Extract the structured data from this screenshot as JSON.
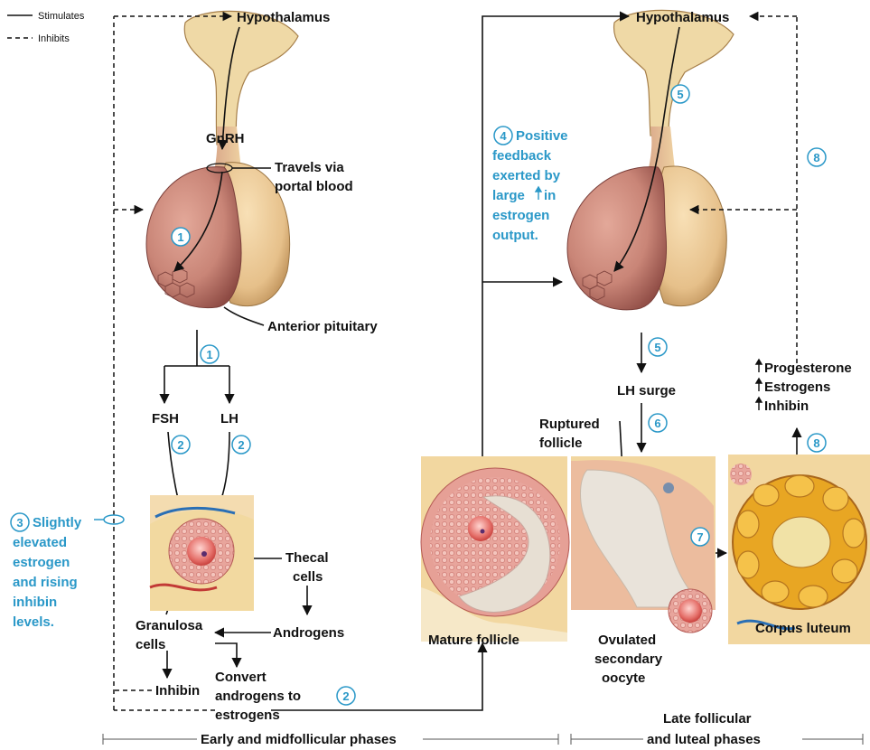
{
  "legend": {
    "solid_label": "Stimulates",
    "dashed_label": "Inhibits"
  },
  "left": {
    "hypothalamus": "Hypothalamus",
    "gnrh": "GnRH",
    "travels_via": [
      "Travels via",
      "portal blood"
    ],
    "anterior_pituitary": "Anterior pituitary",
    "fsh": "FSH",
    "lh": "LH",
    "thecal_cells": [
      "Thecal",
      "cells"
    ],
    "androgens": "Androgens",
    "granulosa_cells": [
      "Granulosa",
      "cells"
    ],
    "convert": [
      "Convert",
      "androgens to",
      "estrogens"
    ],
    "inhibin": "Inhibin",
    "step3_text": [
      "Slightly",
      "elevated",
      "estrogen",
      "and rising",
      "inhibin",
      "levels."
    ],
    "phase_label": "Early and midfollicular phases"
  },
  "right": {
    "hypothalamus": "Hypothalamus",
    "step4_text": [
      "Positive",
      "feedback",
      "exerted by",
      "large",
      "in",
      "estrogen",
      "output."
    ],
    "lh_surge": "LH surge",
    "ruptured_follicle": [
      "Ruptured",
      "follicle"
    ],
    "mature_follicle": "Mature follicle",
    "ovulated_oocyte": [
      "Ovulated",
      "secondary",
      "oocyte"
    ],
    "corpus_luteum": "Corpus luteum",
    "hormones": [
      "Progesterone",
      "Estrogens",
      "Inhibin"
    ],
    "phase_label": [
      "Late follicular",
      "and luteal phases"
    ]
  },
  "step_numbers": {
    "s1": "1",
    "s2": "2",
    "s3": "3",
    "s4": "4",
    "s5": "5",
    "s6": "6",
    "s7": "7",
    "s8": "8"
  },
  "colors": {
    "accent_blue": "#2a98c8",
    "pituitary_anterior": "#c98577",
    "pituitary_posterior": "#e6c08a",
    "hypothalamus_tissue": "#efd9a6",
    "follicle_cells": "#e89a92",
    "corpus_luteum": "#e8a623"
  }
}
